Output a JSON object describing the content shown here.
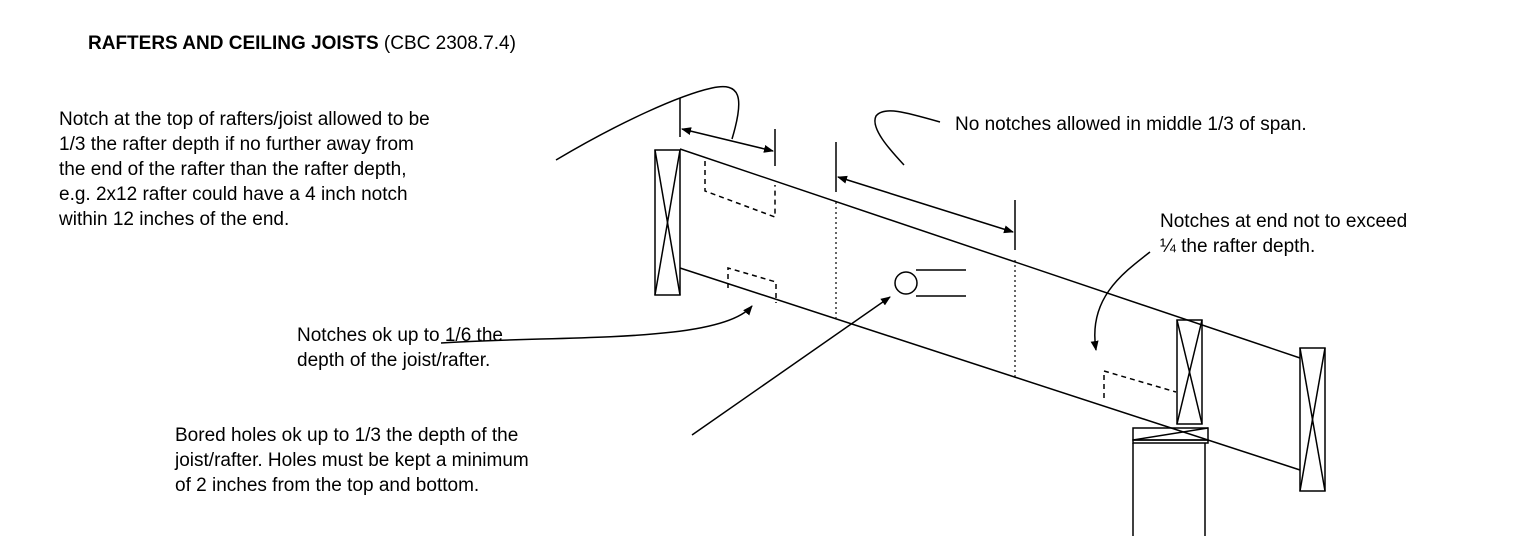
{
  "title": {
    "bold": "RAFTERS AND CEILING JOISTS",
    "code": " (CBC 2308.7.4)"
  },
  "notes": {
    "top_notch": [
      "Notch at the top of rafters/joist allowed to be",
      "1/3 the rafter depth if no further away from",
      "the end of the rafter than the rafter depth,",
      "e.g. 2x12 rafter could have a 4 inch notch",
      "within 12 inches of the end."
    ],
    "middle_third": [
      "No notches allowed in middle 1/3 of span."
    ],
    "end_notch": [
      "Notches at end not to exceed",
      "¼ the rafter depth."
    ],
    "bottom_notch": [
      "Notches ok up to 1/6 the",
      "depth of the joist/rafter."
    ],
    "bored_holes": [
      "Bored holes ok up to 1/3 the depth of the",
      "joist/rafter. Holes must be kept a minimum",
      "of 2 inches from the top and bottom."
    ]
  }
}
